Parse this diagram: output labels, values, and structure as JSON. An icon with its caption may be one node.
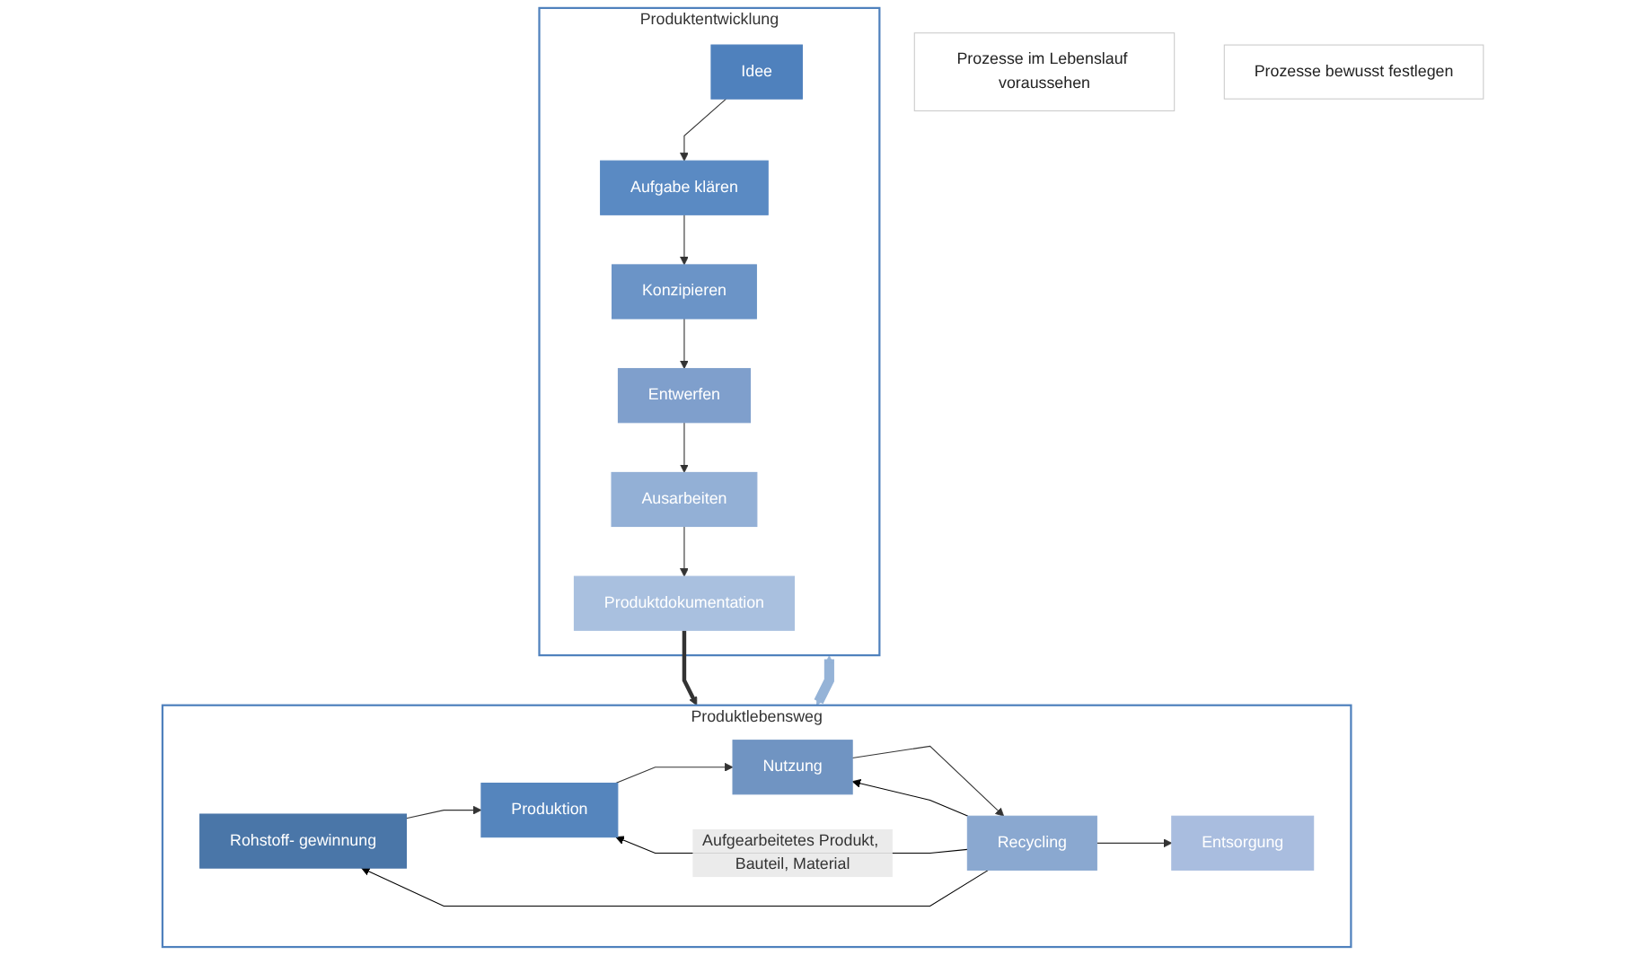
{
  "diagram": {
    "nodes": [
      {
        "text": [
          "Produktentwicklung"
        ]
      },
      {
        "text": [
          "Idee"
        ],
        "in": 0
      },
      {
        "text": [
          "Aufgabe klären"
        ],
        "in": 0
      },
      {
        "text": [
          "Konzipieren"
        ],
        "in": 0
      },
      {
        "text": [
          "Entwerfen"
        ],
        "in": 0
      },
      {
        "text": [
          "Ausarbeiten"
        ],
        "in": 0
      },
      {
        "text": [
          "Produktdokumentation"
        ],
        "in": 0
      },
      {
        "text": [
          "Produktlebensweg"
        ]
      },
      {
        "text": [
          "Rohstoff- gewinnung"
        ],
        "in": 7
      },
      {
        "text": [
          "Produktion"
        ],
        "in": 7
      },
      {
        "text": [
          "Nutzung"
        ],
        "in": 7
      },
      {
        "text": [
          "Recycling"
        ],
        "in": 7
      },
      {
        "text": [
          "Entsorgung"
        ],
        "in": 7
      },
      {
        "text": [
          "Prozesse im Lebenslauf voraussehen"
        ]
      },
      {
        "text": [
          "Prozesse bewusst festlegen"
        ]
      }
    ],
    "edges": [
      {
        "from": 1,
        "to": 2,
        "arrow": "to"
      },
      {
        "from": 2,
        "to": 3,
        "arrow": "to"
      },
      {
        "from": 3,
        "to": 4,
        "arrow": "to"
      },
      {
        "from": 4,
        "to": 5,
        "arrow": "to"
      },
      {
        "from": 5,
        "to": 6,
        "arrow": "to"
      },
      {
        "from": 6,
        "to": 7,
        "arrow": "to",
        "style": "thick"
      },
      {
        "from": 8,
        "to": 9,
        "arrow": "to"
      },
      {
        "from": 9,
        "to": 10,
        "arrow": "to"
      },
      {
        "from": 10,
        "to": 11,
        "arrow": "to"
      },
      {
        "from": 11,
        "to": 12,
        "arrow": "to"
      },
      {
        "from": 11,
        "to": 8,
        "arrow": "to",
        "color": "#000000"
      },
      {
        "from": 11,
        "to": 9,
        "arrow": "to",
        "color": "#000000",
        "label": "Aufgearbeitetes Produkt, Bauteil, Material"
      },
      {
        "from": 11,
        "to": 10,
        "arrow": "to",
        "color": "#000000"
      },
      {
        "from": 0,
        "to": 7,
        "arrow": "both",
        "style": "thick",
        "color": "#95b3d7"
      }
    ]
  }
}
